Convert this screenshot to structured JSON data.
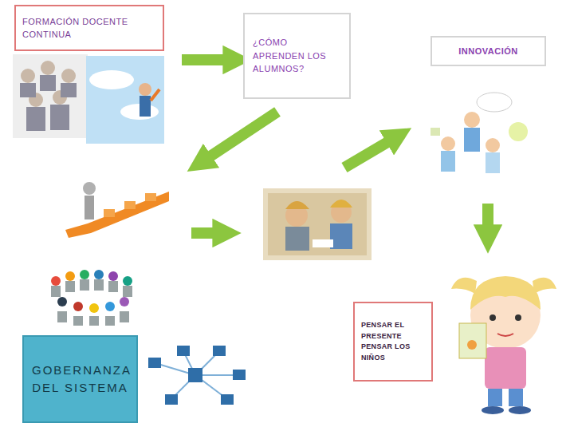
{
  "diagram": {
    "nodes": [
      {
        "text": [
          "FORMACIÓN DOCENTE CONTINUA"
        ]
      },
      {
        "text": [
          "¿CÓMO APRENDEN LOS ALUMNOS?"
        ]
      },
      {
        "text": [
          "INNOVACIÓN"
        ]
      },
      {
        "text": [
          "GOBERNANZA DEL SISTEMA"
        ]
      },
      {
        "text": [
          "PENSAR EL PRESENTE PENSAR LOS NIÑOS"
        ]
      }
    ],
    "edges": [
      {
        "from": 0,
        "to": 1,
        "arrow": "to"
      }
    ]
  }
}
